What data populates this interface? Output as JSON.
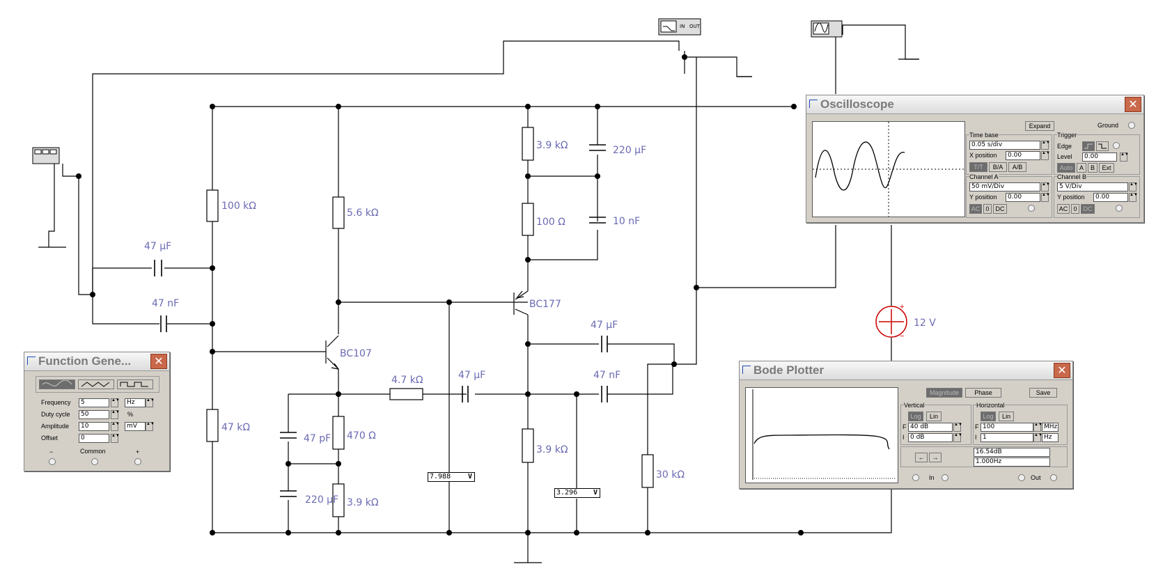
{
  "components": {
    "r_100k": "100 kΩ",
    "c_47uF_in": "47 µF",
    "c_47nF_in": "47 nF",
    "r_47k": "47 kΩ",
    "r_5_6k": "5.6 kΩ",
    "q1": "BC107",
    "q2": "BC177",
    "r_4_7k": "4.7 kΩ",
    "c_47uF_mid": "47 µF",
    "c_47pF": "47 pF",
    "r_470": "470 Ω",
    "c_220uF_low": "220 µF",
    "r_3_9k_low": "3.9 kΩ",
    "r_3_9k_top": "3.9 kΩ",
    "c_220uF_top": "220 µF",
    "r_100": "100 Ω",
    "c_10nF": "10 nF",
    "c_47uF_out": "47 µF",
    "c_47nF_out": "47 nF",
    "r_3_9k_emitter": "3.9 kΩ",
    "r_30k": "30 kΩ",
    "v_supply": "12 V",
    "v_plus": "+",
    "v_minus": "−"
  },
  "voltmeters": {
    "meter1": "7.988",
    "meter1_unit": "V",
    "meter2": "3.296",
    "meter2_unit": "V"
  },
  "function_generator": {
    "title": "Function Gene...",
    "close": "✕",
    "waveform_buttons": [
      "sine",
      "triangle",
      "square"
    ],
    "frequency_label": "Frequency",
    "frequency_value": "5",
    "frequency_unit": "Hz",
    "duty_label": "Duty cycle",
    "duty_value": "50",
    "duty_unit": "%",
    "amplitude_label": "Amplitude",
    "amplitude_value": "10",
    "amplitude_unit": "mV",
    "offset_label": "Offset",
    "offset_value": "0",
    "minus": "−",
    "common": "Common",
    "plus": "+"
  },
  "oscilloscope": {
    "title": "Oscilloscope",
    "close": "✕",
    "expand": "Expand",
    "ground": "Ground",
    "time_base": "Time base",
    "time_base_value": "0.05 s/div",
    "x_position": "X position",
    "x_position_value": "0.00",
    "tt": "T/T",
    "ba": "B/A",
    "ab": "A/B",
    "trigger": "Trigger",
    "edge": "Edge",
    "level": "Level",
    "level_value": "0.00",
    "auto": "Auto",
    "a": "A",
    "b": "B",
    "ext": "Ext",
    "channel_a": "Channel A",
    "channel_a_value": "50 mV/Div",
    "y_position": "Y position",
    "ya_value": "0.00",
    "channel_b": "Channel B",
    "channel_b_value": "5  V/Div",
    "yb_value": "0.00",
    "ac": "AC",
    "zero": "0",
    "dc": "DC"
  },
  "bode": {
    "title": "Bode Plotter",
    "close": "✕",
    "magnitude": "Magnitude",
    "phase": "Phase",
    "save": "Save",
    "vertical": "Vertical",
    "horizontal": "Horizontal",
    "log": "Log",
    "lin": "Lin",
    "f": "F",
    "i": "I",
    "v_f": "40 dB",
    "v_i": "0 dB",
    "h_f": "100",
    "h_f_unit": "MHz",
    "h_i": "1",
    "h_i_unit": "Hz",
    "readout_db": "16.54dB",
    "readout_freq": "1.000Hz",
    "left": "←",
    "right": "→",
    "in": "In",
    "out": "Out"
  },
  "instrument_icons": {
    "bode_in": "IN",
    "bode_out": "OUT"
  }
}
